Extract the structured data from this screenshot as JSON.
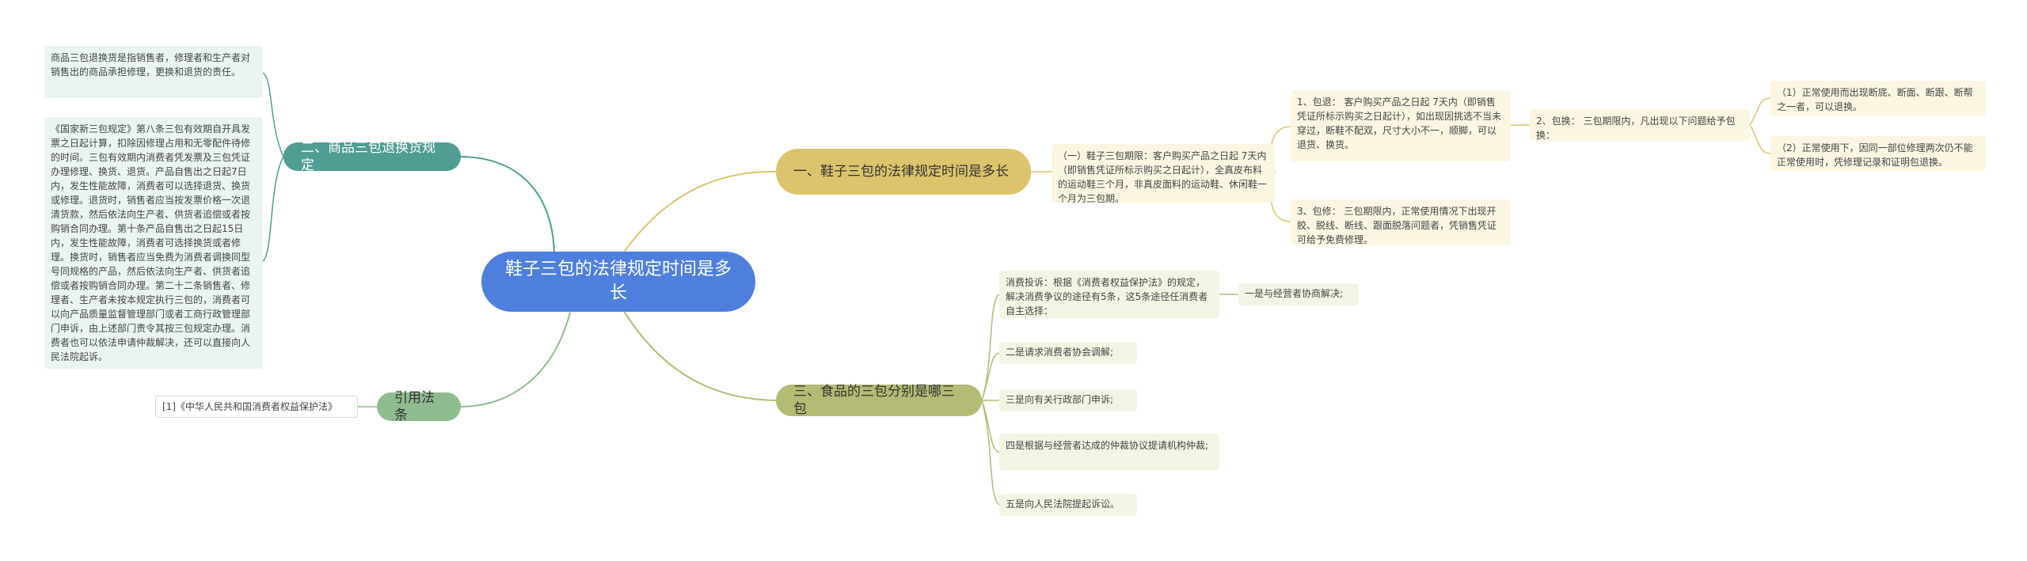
{
  "root": {
    "title": "鞋子三包的法律规定时间是多长"
  },
  "branches": {
    "b1": {
      "label": "一、鞋子三包的法律规定时间是多长",
      "detail": "（一）鞋子三包期限：客户购买产品之日起 7天内（即销售凭证所标示购买之日起计），全真皮布料的运动鞋三个月，非真皮面料的运动鞋、休闲鞋一个月为三包期。",
      "sub1": "1、包退：   客户购买产品之日起 7天内（即销售凭证所标示购买之日起计），如出现因挑选不当未穿过，断鞋不配双，尺寸大小不一，顺脚，可以退货、换货。",
      "sub2": "2、包换：  三包期限内，凡出现以下问题给予包换：",
      "sub2_items": [
        "（1）正常使用而出现断底、断面、断跟、断帮之一者，可以退换。",
        "（2）正常使用下，因同一部位修理两次仍不能正常使用时，凭修理记录和证明包退换。"
      ],
      "sub3": "3、包修：  三包期限内，正常使用情况下出现开胶、脱线、断线、跟面脱落问题者，凭销售凭证可给予免费修理。"
    },
    "b2": {
      "label": "二、商品三包退换货规定",
      "leaf1": "商品三包退换货是指销售者，修理者和生产者对销售出的商品承担修理，更换和退货的责任。",
      "leaf2": "《国家新三包规定》第八条三包有效期自开具发票之日起计算，扣除因修理占用和无零配件待修的时间。三包有效期内消费者凭发票及三包凭证办理修理、换货、退货。产品自售出之日起7日内，发生性能故障，消费者可以选择退货、换货或修理。退货时，销售者应当按发票价格一次退清货款，然后依法向生产者、供货者追偿或者按购销合同办理。第十条产品自售出之日起15日内，发生性能故障，消费者可选择换货或者修理。换货时，销售者应当免费为消费者调换同型号同规格的产品，然后依法向生产者、供货者追偿或者按购销合同办理。第二十二条销售者、修理者、生产者未按本规定执行三包的，消费者可以向产品质量监督管理部门或者工商行政管理部门申诉，由上述部门责令其按三包规定办理。消费者也可以依法申请仲裁解决，还可以直接向人民法院起诉。"
    },
    "b3": {
      "label": "三、食品的三包分别是哪三包",
      "intro": "消费投诉：根据《消费者权益保护法》的规定，解决消费争议的途径有5条，这5条途径任消费者自主选择：",
      "intro_child": "一是与经营者协商解决;",
      "items": [
        "二是请求消费者协会调解;",
        "三是向有关行政部门申诉;",
        "四是根据与经营者达成的仲裁协议提请机构仲裁;",
        "五是向人民法院提起诉讼。"
      ]
    },
    "b4": {
      "label": "引用法条",
      "leaf": "[1]《中华人民共和国消费者权益保护法》"
    }
  },
  "colors": {
    "root": "#4f7fdd",
    "gold": "#dcc46c",
    "olive": "#b3bb74",
    "teal": "#4f9d93",
    "green": "#8fbc8f"
  }
}
